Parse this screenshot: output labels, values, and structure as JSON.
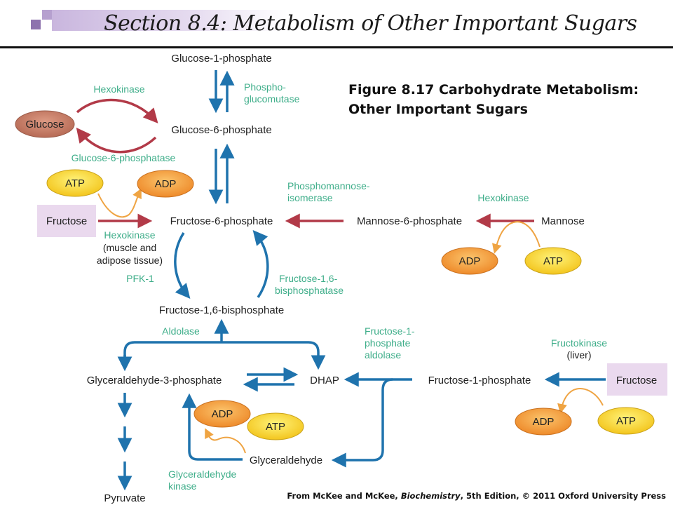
{
  "header": {
    "title": "Section 8.4: Metabolism of Other Important Sugars"
  },
  "caption": {
    "line1": "Figure 8.17 Carbohydrate Metabolism:",
    "line2": "Other Important Sugars"
  },
  "credit": {
    "prefix": "From McKee and McKee, ",
    "book": "Biochemistry",
    "suffix": ", 5th Edition, © 2011 Oxford University Press"
  },
  "compounds": {
    "g1p": "Glucose-1-phosphate",
    "g6p": "Glucose-6-phosphate",
    "f6p": "Fructose-6-phosphate",
    "m6p": "Mannose-6-phosphate",
    "mannose": "Mannose",
    "f16bp": "Fructose-1,6-bisphosphate",
    "gap": "Glyceraldehyde-3-phosphate",
    "dhap": "DHAP",
    "f1p": "Fructose-1-phosphate",
    "glyceraldehyde": "Glyceraldehyde",
    "pyruvate": "Pyruvate"
  },
  "pills": {
    "glucose": "Glucose",
    "fructose": "Fructose",
    "atp": "ATP",
    "adp": "ADP"
  },
  "enzymes": {
    "hexokinase": "Hexokinase",
    "g6pase": "Glucose-6-phosphatase",
    "pgm1": "Phospho-",
    "pgm2": "glucomutase",
    "pmi1": "Phosphomannose-",
    "pmi2": "isomerase",
    "hk_muscle1": "Hexokinase",
    "hk_muscle2": "(muscle and",
    "hk_muscle3": "adipose tissue)",
    "pfk": "PFK-1",
    "fbpase1": "Fructose-1,6-",
    "fbpase2": "bisphosphatase",
    "aldolase": "Aldolase",
    "f1pald1": "Fructose-1-",
    "f1pald2": "phosphate",
    "f1pald3": "aldolase",
    "fk1": "Fructokinase",
    "fk2": "(liver)",
    "gk1": "Glyceraldehyde",
    "gk2": "kinase"
  },
  "colors": {
    "blue_arrow": "#1f73ad",
    "red_arrow": "#b23a48",
    "orange_arrow": "#efa443",
    "enzyme_text": "#3fae8a",
    "fructose_highlight": "#ead9ee"
  }
}
